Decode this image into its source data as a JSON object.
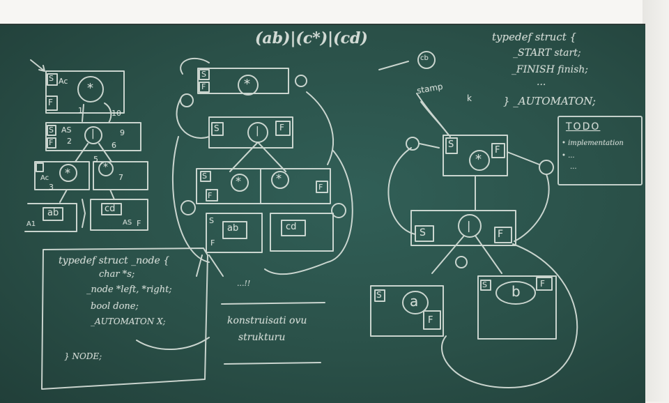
{
  "board": {
    "regex_title": "(ab)|(c*)|(cd)",
    "typedef_top": {
      "line1": "typedef struct {",
      "line2": "_START start;",
      "line3": "_FINISH finish;",
      "line4": "...",
      "line5": "} _AUTOMATON;"
    },
    "todo": {
      "title": "TODO",
      "item1": "• implementation",
      "item2": "• ...",
      "item3": "..."
    },
    "typedef_node": {
      "line1": "typedef struct _node {",
      "line2": "char *s;",
      "line3": "_node *left, *right;",
      "line4": "bool done;",
      "line5": "_AUTOMATON X;",
      "line6": "} NODE;"
    },
    "labels": {
      "s": "S",
      "f": "F",
      "star": "*",
      "pipe": "|",
      "ab": "ab",
      "cd": "cd",
      "a": "a",
      "b": "b",
      "cb": "cb",
      "as": "AS",
      "ac": "Ac",
      "a1": "A1",
      "num_1": "1",
      "num_2": "2",
      "num_3": "3",
      "num_5": "5",
      "num_6": "6",
      "num_7": "7",
      "num_9": "9",
      "num_10": "10",
      "stamp": "stamp",
      "k": "k"
    },
    "middle_note": {
      "line1": "...!!",
      "line2": "konstruisati ovu",
      "line3": "strukturu"
    }
  }
}
